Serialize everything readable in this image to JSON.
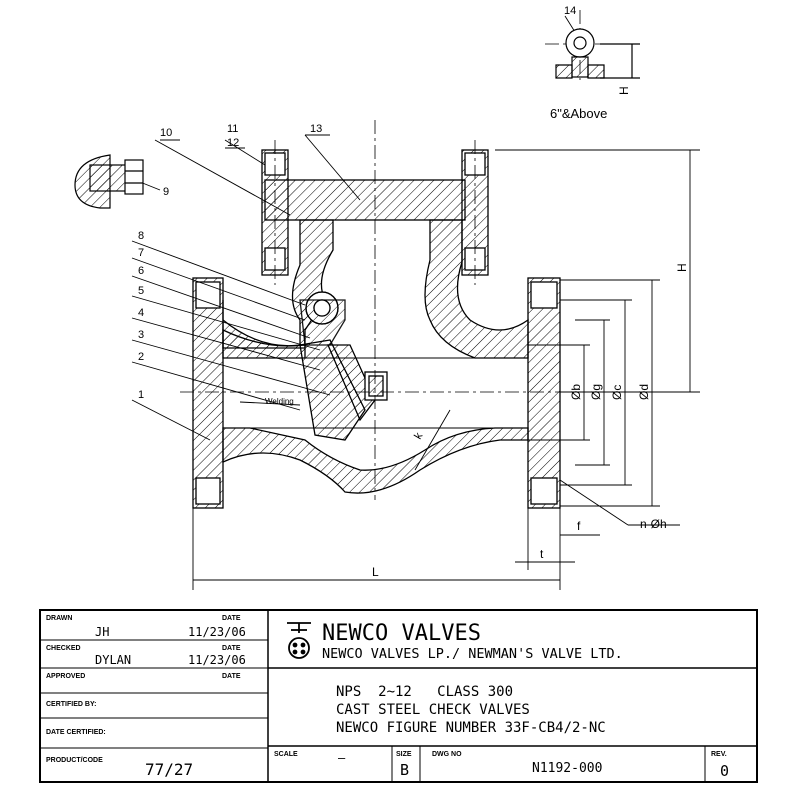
{
  "drawing": {
    "part_numbers": [
      "1",
      "2",
      "3",
      "4",
      "5",
      "6",
      "7",
      "8",
      "9",
      "10",
      "11",
      "12",
      "13",
      "14"
    ],
    "detail_note": "6\"&Above",
    "welding_label": "Welding",
    "dim_labels": {
      "b": "Øb",
      "g": "Øg",
      "c": "Øc",
      "d": "Ød",
      "H_side": "H",
      "H_detail": "H",
      "L": "L",
      "t": "t",
      "f": "f",
      "k": "k",
      "holes": "n-Øh"
    }
  },
  "title_block": {
    "drawn_label": "DRAWN",
    "drawn_by": "JH",
    "date_label_1": "DATE",
    "drawn_date": "11/23/06",
    "checked_label": "CHECKED",
    "checked_by": "DYLAN",
    "date_label_2": "DATE",
    "checked_date": "11/23/06",
    "approved_label": "APPROVED",
    "date_label_3": "DATE",
    "certified_label": "CERTIFIED BY:",
    "date_certified_label": "DATE CERTIFIED:",
    "product_label": "PRODUCT/CODE",
    "product_code": "77/27",
    "company_name": "NEWCO VALVES",
    "company_sub": "NEWCO VALVES LP./ NEWMAN'S VALVE LTD.",
    "desc_line1": "NPS  2~12   CLASS 300",
    "desc_line2": "CAST STEEL CHECK VALVES",
    "desc_line3": "NEWCO FIGURE NUMBER 33F-CB4/2-NC",
    "scale_label": "SCALE",
    "scale_value": "—",
    "size_label": "SIZE",
    "size_value": "B",
    "dwg_label": "DWG NO",
    "dwg_value": "N1192-000",
    "rev_label": "REV.",
    "rev_value": "0"
  }
}
